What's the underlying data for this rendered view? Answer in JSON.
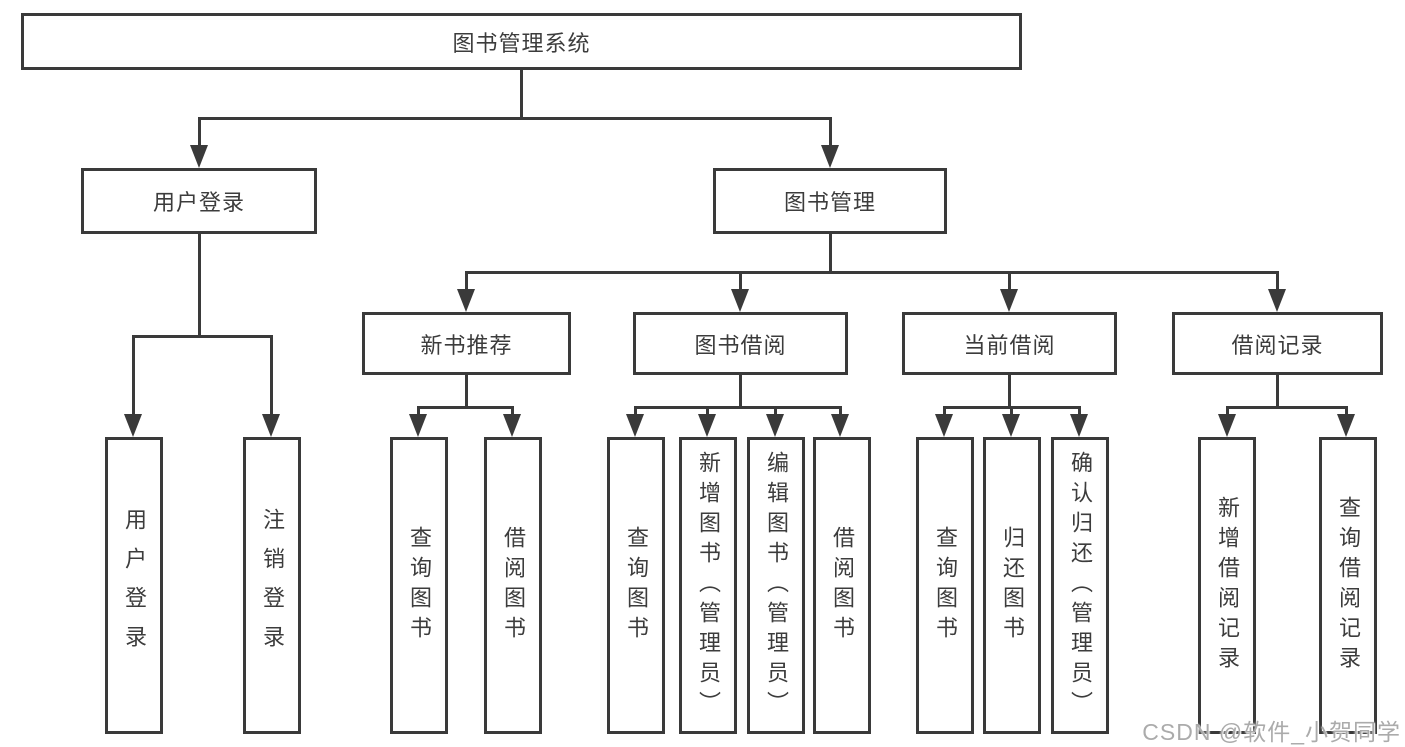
{
  "diagram": {
    "root": {
      "label": "图书管理系统"
    },
    "level2": [
      {
        "label": "用户登录"
      },
      {
        "label": "图书管理"
      }
    ],
    "level3": [
      {
        "label": "新书推荐"
      },
      {
        "label": "图书借阅"
      },
      {
        "label": "当前借阅"
      },
      {
        "label": "借阅记录"
      }
    ],
    "leaves": {
      "user_login": [
        "用户登录",
        "注销登录"
      ],
      "new_books": [
        "查询图书",
        "借阅图书"
      ],
      "book_borrowing": [
        "查询图书",
        "新增图书（管理员）",
        "编辑图书（管理员）",
        "借阅图书"
      ],
      "current_borrowing": [
        "查询图书",
        "归还图书",
        "确认归还（管理员）"
      ],
      "borrowing_records": [
        "新增借阅记录",
        "查询借阅记录"
      ]
    }
  },
  "watermark": {
    "text": "CSDN @软件_小贺同学"
  },
  "colors": {
    "line": "#3a3a3a",
    "text": "#3c3c3c",
    "watermark": "#ababab",
    "background": "#ffffff"
  }
}
